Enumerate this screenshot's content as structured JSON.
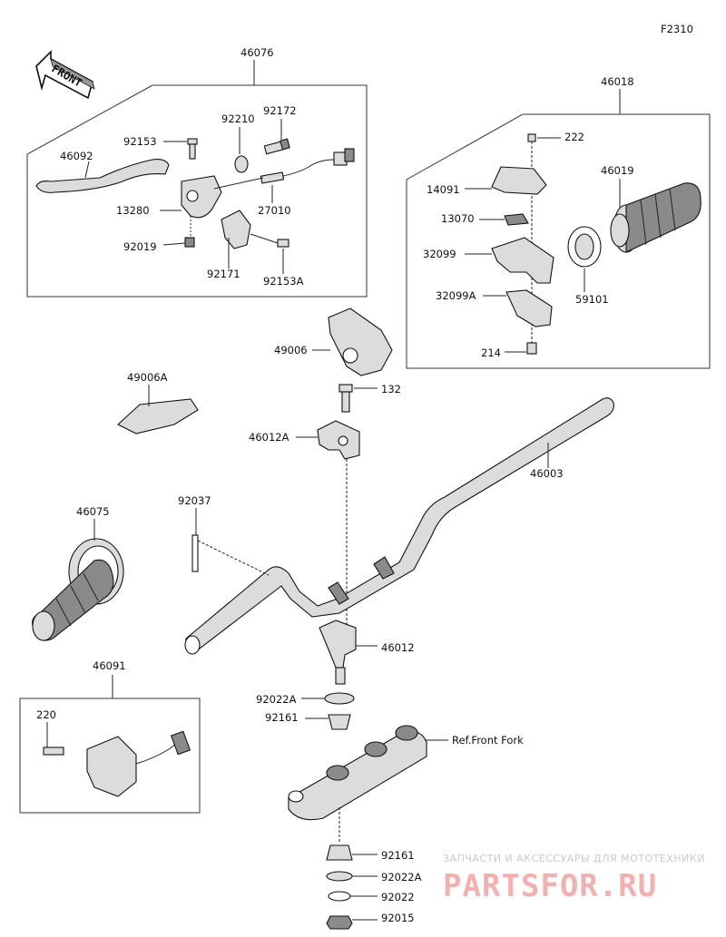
{
  "figure_code": "F2310",
  "front_label": "FRONT",
  "labels": {
    "l46076": "46076",
    "l46092": "46092",
    "l92153": "92153",
    "l92210": "92210",
    "l92172": "92172",
    "l13280": "13280",
    "l27010": "27010",
    "l92019": "92019",
    "l92171": "92171",
    "l92153A": "92153A",
    "l46018": "46018",
    "l222": "222",
    "l14091": "14091",
    "l46019": "46019",
    "l13070": "13070",
    "l32099": "32099",
    "l32099A": "32099A",
    "l59101": "59101",
    "l214": "214",
    "l49006": "49006",
    "l49006A": "49006A",
    "l132": "132",
    "l46012A": "46012A",
    "l46003": "46003",
    "l92037": "92037",
    "l46075": "46075",
    "l46012": "46012",
    "l46091": "46091",
    "l220": "220",
    "l92022A_top": "92022A",
    "l92161_top": "92161",
    "l_ref_fork": "Ref.Front Fork",
    "l92161_bot": "92161",
    "l92022A_bot": "92022A",
    "l92022": "92022",
    "l92015": "92015"
  },
  "watermark": {
    "tagline": "ЗАПЧАСТИ И АКСЕССУАРЫ ДЛЯ МОТОТЕХНИКИ",
    "brand": "PARTSFOR.RU"
  }
}
